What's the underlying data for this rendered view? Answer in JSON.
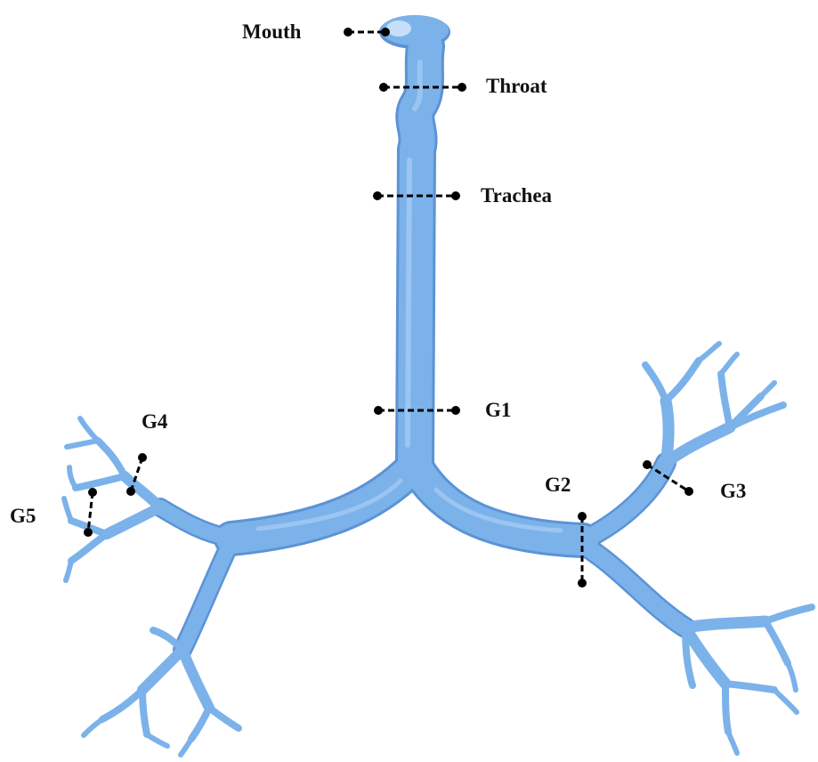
{
  "colors": {
    "airway_fill": "#7cb2ea",
    "airway_shadow": "#5b93d6",
    "airway_highlight": "#a9cdf5",
    "marker": "#000000",
    "label": "#111111"
  },
  "labels": {
    "mouth": "Mouth",
    "throat": "Throat",
    "trachea": "Trachea",
    "g1": "G1",
    "g2": "G2",
    "g3": "G3",
    "g4": "G4",
    "g5": "G5"
  }
}
